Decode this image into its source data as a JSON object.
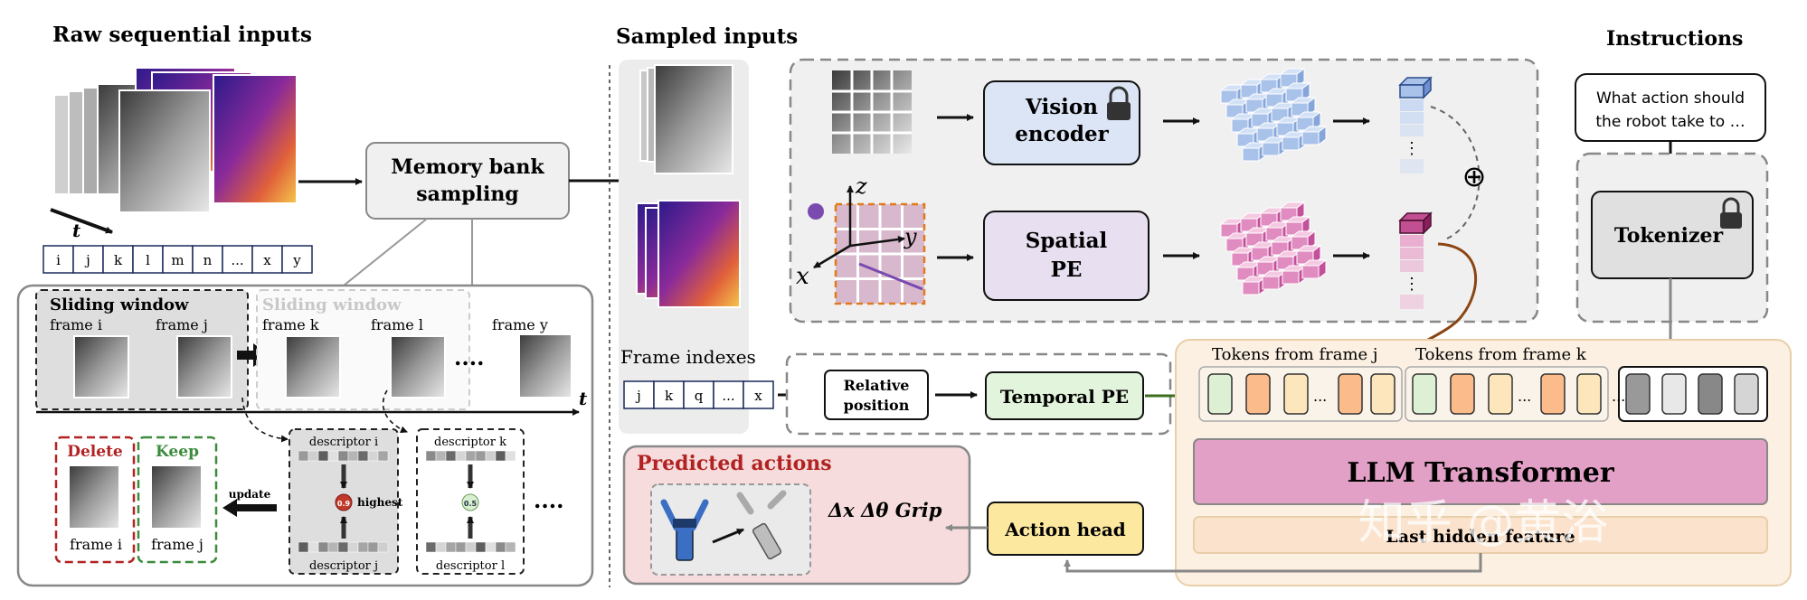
{
  "headings": {
    "raw": "Raw sequential inputs",
    "sampled": "Sampled inputs",
    "instructions": "Instructions"
  },
  "memory_bank": {
    "line1": "Memory bank",
    "line2": "sampling"
  },
  "time_axis": "t",
  "raw_frame_labels": [
    "i",
    "j",
    "k",
    "l",
    "m",
    "n",
    "...",
    "x",
    "y"
  ],
  "window": {
    "title_active": "Sliding window",
    "title_next": "Sliding window",
    "frame_i": "frame i",
    "frame_j": "frame j",
    "frame_k": "frame k",
    "frame_l": "frame l",
    "frame_y": "frame y",
    "ellipsis": "....",
    "t": "t"
  },
  "dedup": {
    "delete": "Delete",
    "keep": "Keep",
    "frame_i": "frame i",
    "frame_j": "frame j",
    "update": "update",
    "descriptor_i": "descriptor i",
    "descriptor_j": "descriptor j",
    "descriptor_k": "descriptor k",
    "descriptor_l": "descriptor l",
    "score_high": "0.9",
    "score_high_label": "highest",
    "score_mid": "0.5",
    "ellipsis": "...."
  },
  "frame_indexes": {
    "label": "Frame indexes",
    "values": [
      "j",
      "k",
      "q",
      "...",
      "x"
    ]
  },
  "encoders": {
    "vision_line1": "Vision",
    "vision_line2": "encoder",
    "spatial_line1": "Spatial",
    "spatial_line2": "PE",
    "axis_z": "z",
    "axis_y": "y",
    "axis_x": "x",
    "plus": "⊕"
  },
  "relative_position": {
    "line1": "Relative",
    "line2": "position"
  },
  "temporal_pe": "Temporal PE",
  "tokens": {
    "from_j": "Tokens from frame j",
    "from_k": "Tokens from frame k",
    "ellipsis": "..."
  },
  "llm": "LLM Transformer",
  "last_hidden": "Last hidden feature",
  "action_head": "Action head",
  "predicted": {
    "title": "Predicted actions",
    "formula": "Δx Δθ Grip"
  },
  "instruction": {
    "line1": "What action should",
    "line2": "the robot take to …"
  },
  "tokenizer": "Tokenizer",
  "watermark": "知乎 @黄浴",
  "colors": {
    "vision_fill": "#dbe5f6",
    "spatial_fill": "#e8dff0",
    "temporal_fill": "#e3f4dc",
    "action_fill": "#fde8a0",
    "llm_fill": "#e2a0c6",
    "llm_panel": "#fcf0e2",
    "predicted_panel": "#f6dcdc",
    "delete": "#b22222",
    "keep": "#3d8b3d",
    "brown_arrow": "#8b4513"
  }
}
